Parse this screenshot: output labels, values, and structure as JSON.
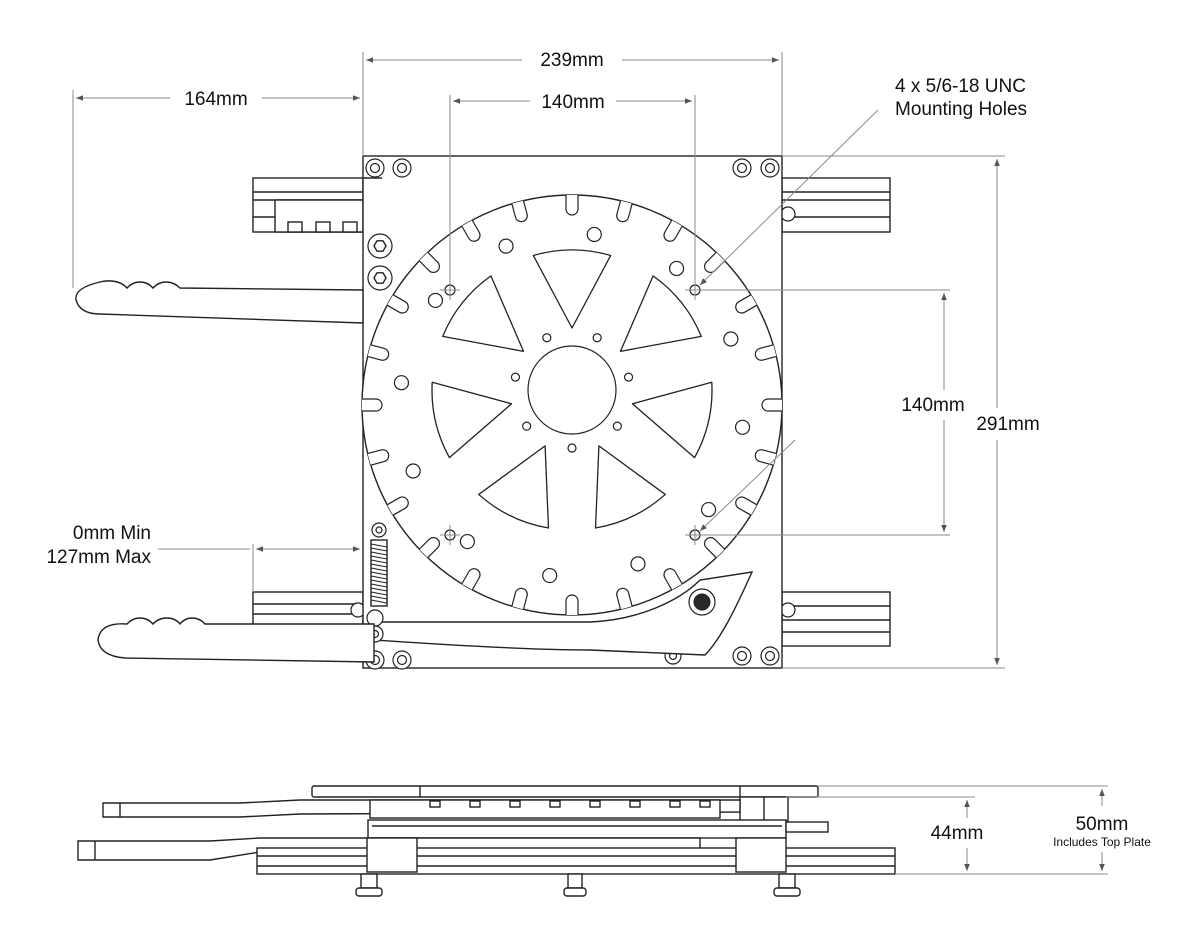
{
  "dimensions": {
    "total_width": "239mm",
    "handle_extension": "164mm",
    "hole_spacing_horizontal": "140mm",
    "hole_spacing_vertical": "140mm",
    "total_depth": "291mm",
    "slide_range_line1": "0mm Min",
    "slide_range_line2": "127mm Max",
    "side_height": "44mm",
    "total_height": "50mm",
    "total_height_note": "Includes Top Plate"
  },
  "callouts": {
    "mounting_holes_line1": "4 x 5/6-18 UNC",
    "mounting_holes_line2": "Mounting Holes"
  },
  "colors": {
    "line": "#222222",
    "dimension": "#8a8a8a",
    "background": "#ffffff"
  }
}
